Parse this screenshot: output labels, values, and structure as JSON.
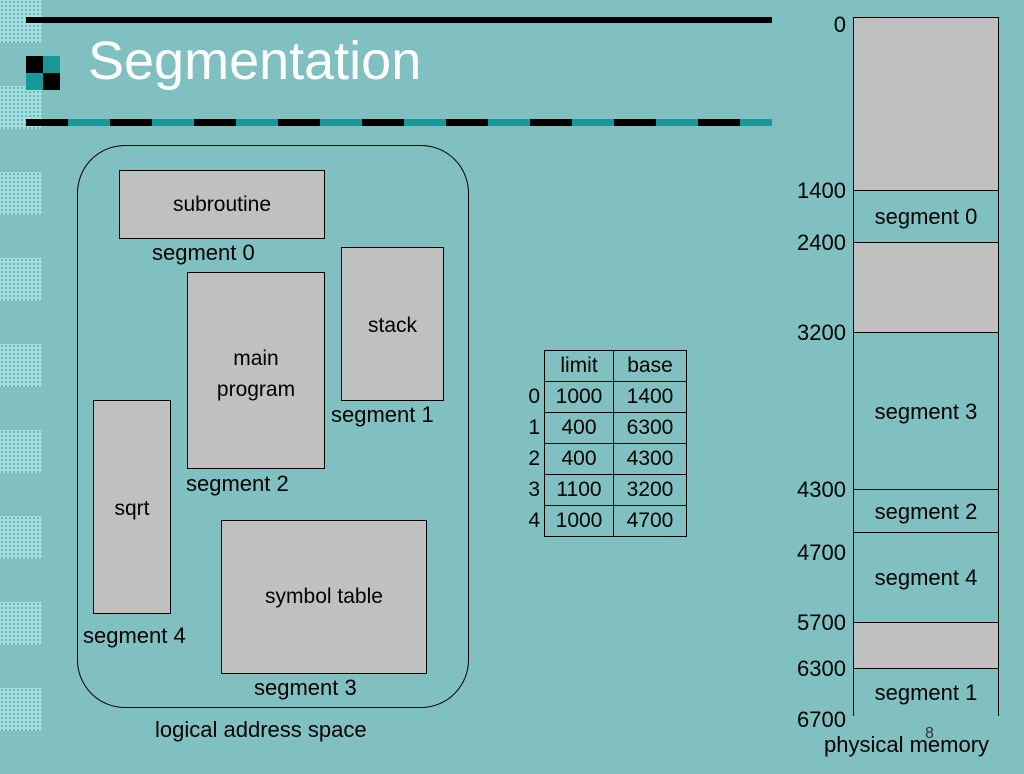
{
  "slide": {
    "title": "Segmentation",
    "page_number": "8"
  },
  "logical": {
    "caption": "logical address space",
    "blocks": {
      "subroutine": "subroutine",
      "stack": "stack",
      "main_program": "main\nprogram",
      "sqrt": "sqrt",
      "symbol_table": "symbol table"
    },
    "labels": {
      "seg0": "segment 0",
      "seg1": "segment 1",
      "seg2": "segment 2",
      "seg3": "segment 3",
      "seg4": "segment 4"
    }
  },
  "segment_table": {
    "headers": [
      "limit",
      "base"
    ],
    "rows": [
      {
        "index": "0",
        "limit": "1000",
        "base": "1400"
      },
      {
        "index": "1",
        "limit": "400",
        "base": "6300"
      },
      {
        "index": "2",
        "limit": "400",
        "base": "4300"
      },
      {
        "index": "3",
        "limit": "1100",
        "base": "3200"
      },
      {
        "index": "4",
        "limit": "1000",
        "base": "4700"
      }
    ]
  },
  "physical": {
    "caption": "physical memory",
    "addresses": [
      "0",
      "1400",
      "2400",
      "3200",
      "4300",
      "4700",
      "5700",
      "6300",
      "6700"
    ],
    "segments": [
      {
        "label": "segment 0",
        "start": 1400,
        "end": 2400
      },
      {
        "label": "segment 3",
        "start": 3200,
        "end": 4300
      },
      {
        "label": "segment 2",
        "start": 4300,
        "end": 4700
      },
      {
        "label": "segment 4",
        "start": 4700,
        "end": 5700
      },
      {
        "label": "segment 1",
        "start": 6300,
        "end": 6700
      }
    ]
  },
  "colors": {
    "background": "#80C0C0",
    "box_fill": "#C0C0C0",
    "title": "#FFFFFF"
  }
}
